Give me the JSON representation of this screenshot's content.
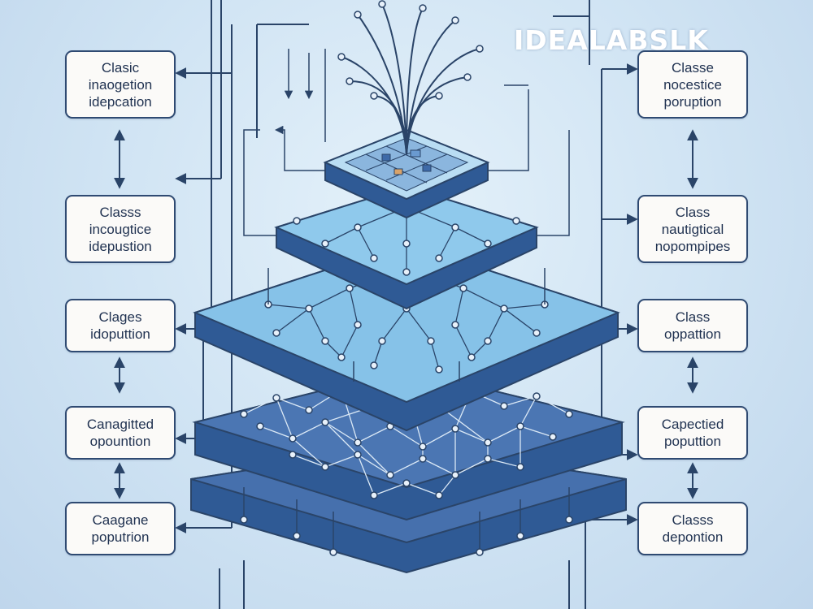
{
  "watermark": "IDEALABSLK",
  "labels_left": [
    {
      "text": "Clasic\ninaogetion\nidepcation"
    },
    {
      "text": "Classs\nincougtice\nidepustion"
    },
    {
      "text": "Clages\nidoputtion"
    },
    {
      "text": "Canagitted\nopountion"
    },
    {
      "text": "Caagane\npoputrion"
    }
  ],
  "labels_right": [
    {
      "text": "Classe\nnocestice\nporuption"
    },
    {
      "text": "Class\nnautigtical\nnopompipes"
    },
    {
      "text": "Class\noppattion"
    },
    {
      "text": "Capectied\npoputtion"
    },
    {
      "text": "Classs\ndepontion"
    }
  ],
  "colors": {
    "background": "#d4e6f4",
    "layer_top": "#8fc9ec",
    "layer_mid": "#73b4e1",
    "layer_dark": "#3d6aa8",
    "outline": "#2a4468",
    "box_fill": "#fbfaf8"
  },
  "icons": [
    "tree-wire-icon",
    "node-icon",
    "arrow-icon",
    "image-grid-icon"
  ]
}
